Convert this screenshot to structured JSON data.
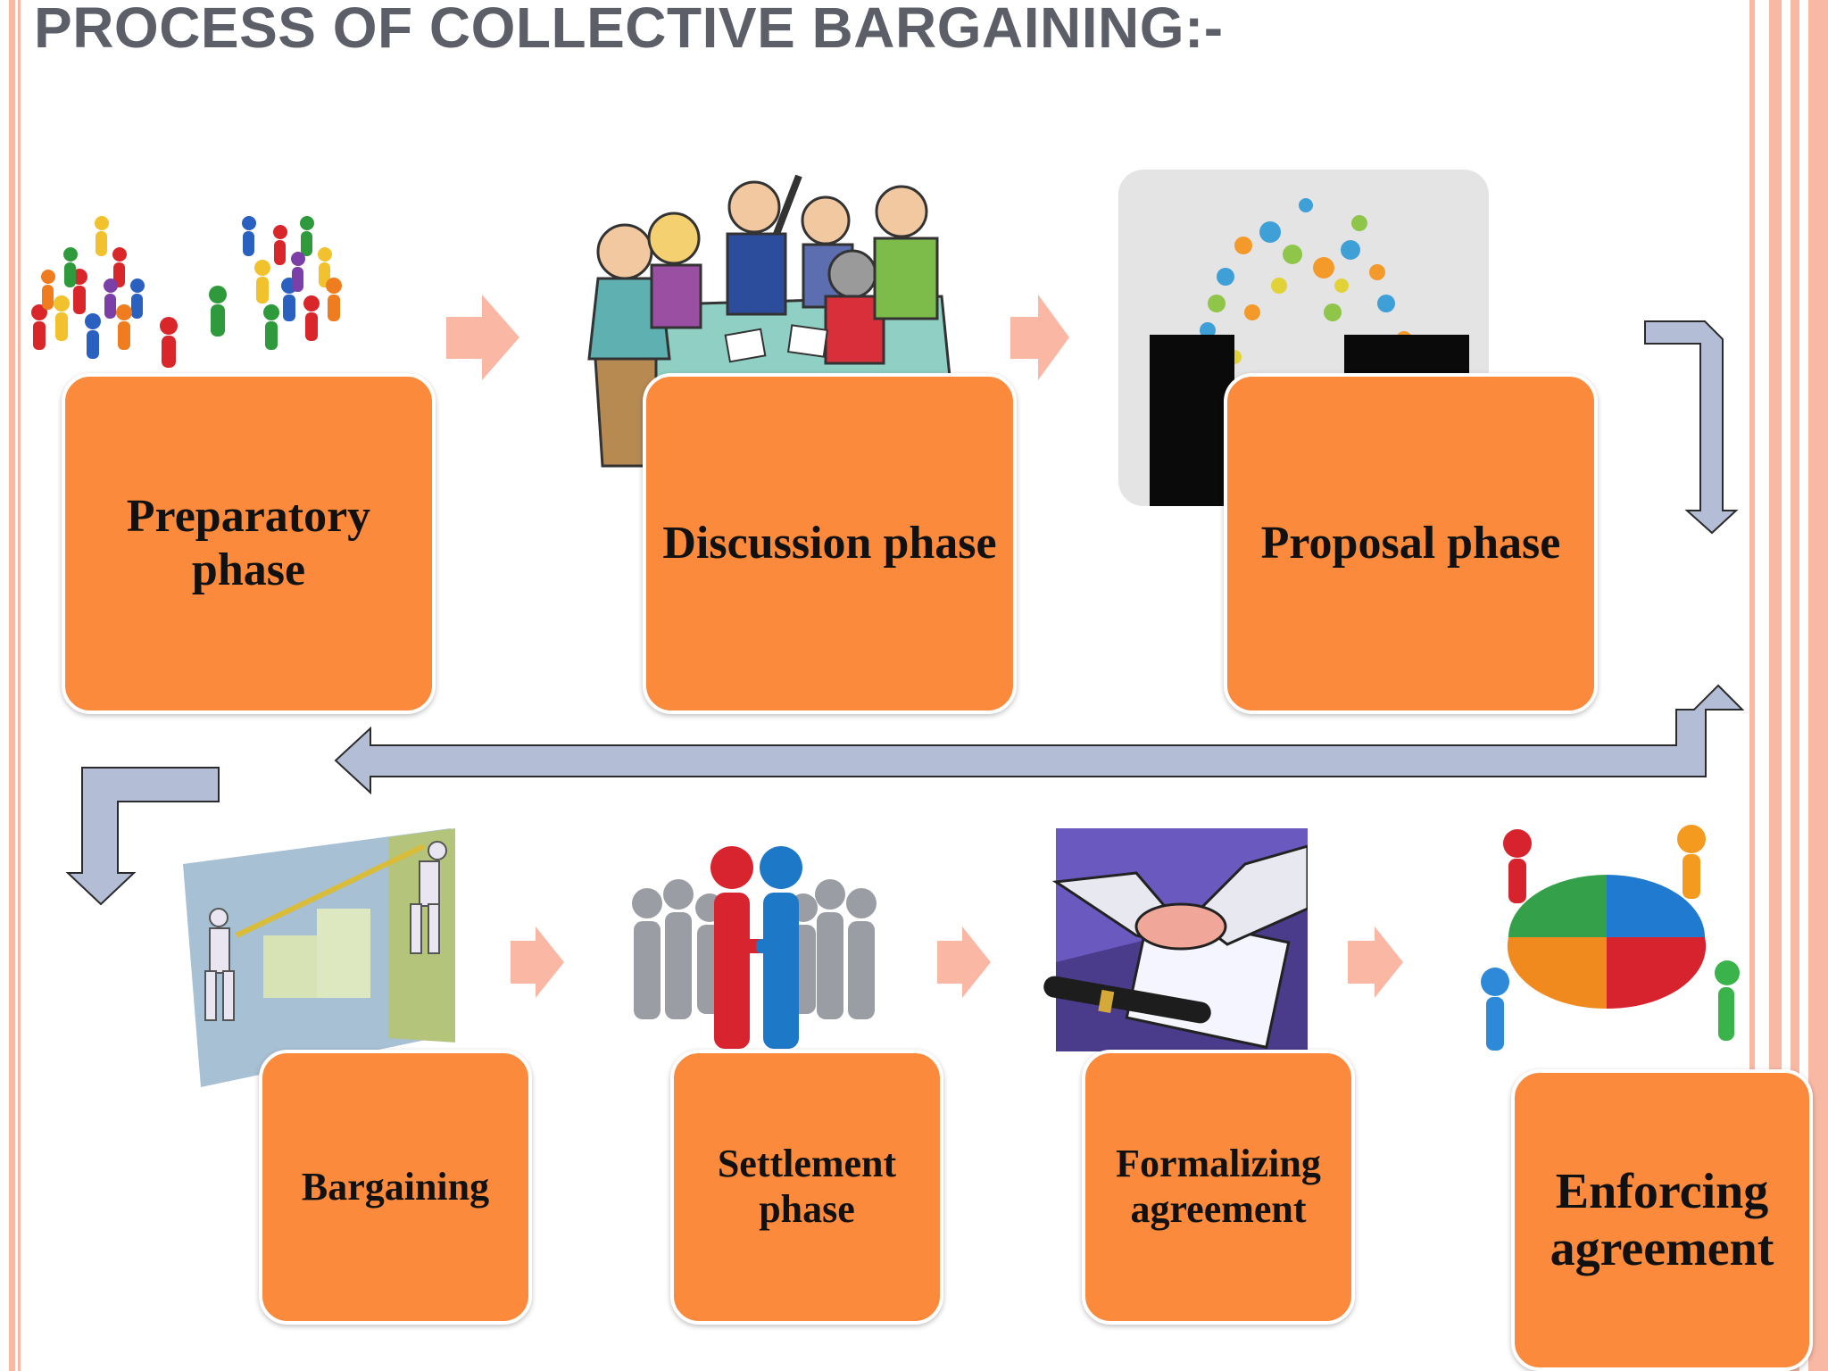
{
  "slide": {
    "title": "PROCESS OF COLLECTIVE BARGAINING:-"
  },
  "steps": [
    {
      "id": "preparatory",
      "label": "Preparatory phase",
      "image": "people-pawns-crowd-image"
    },
    {
      "id": "discussion",
      "label": "Discussion phase",
      "image": "meeting-table-cartoon-image"
    },
    {
      "id": "proposal",
      "label": "Proposal phase",
      "image": "gears-heads-image"
    },
    {
      "id": "bargaining",
      "label": "Bargaining",
      "image": "tug-of-war-image"
    },
    {
      "id": "settlement",
      "label": "Settlement phase",
      "image": "handshake-figures-image"
    },
    {
      "id": "formalizing",
      "label": "Formalizing agreement",
      "image": "handshake-document-pen-image"
    },
    {
      "id": "enforcing",
      "label": "Enforcing agreement",
      "image": "puzzle-team-image"
    }
  ],
  "colors": {
    "box_fill": "#fb8a3d",
    "flow_arrow": "#f9b7a4",
    "connector_arrow": "#b3bdd6",
    "title_text": "#5c5f68",
    "side_stripe": "#f8b8a4"
  }
}
